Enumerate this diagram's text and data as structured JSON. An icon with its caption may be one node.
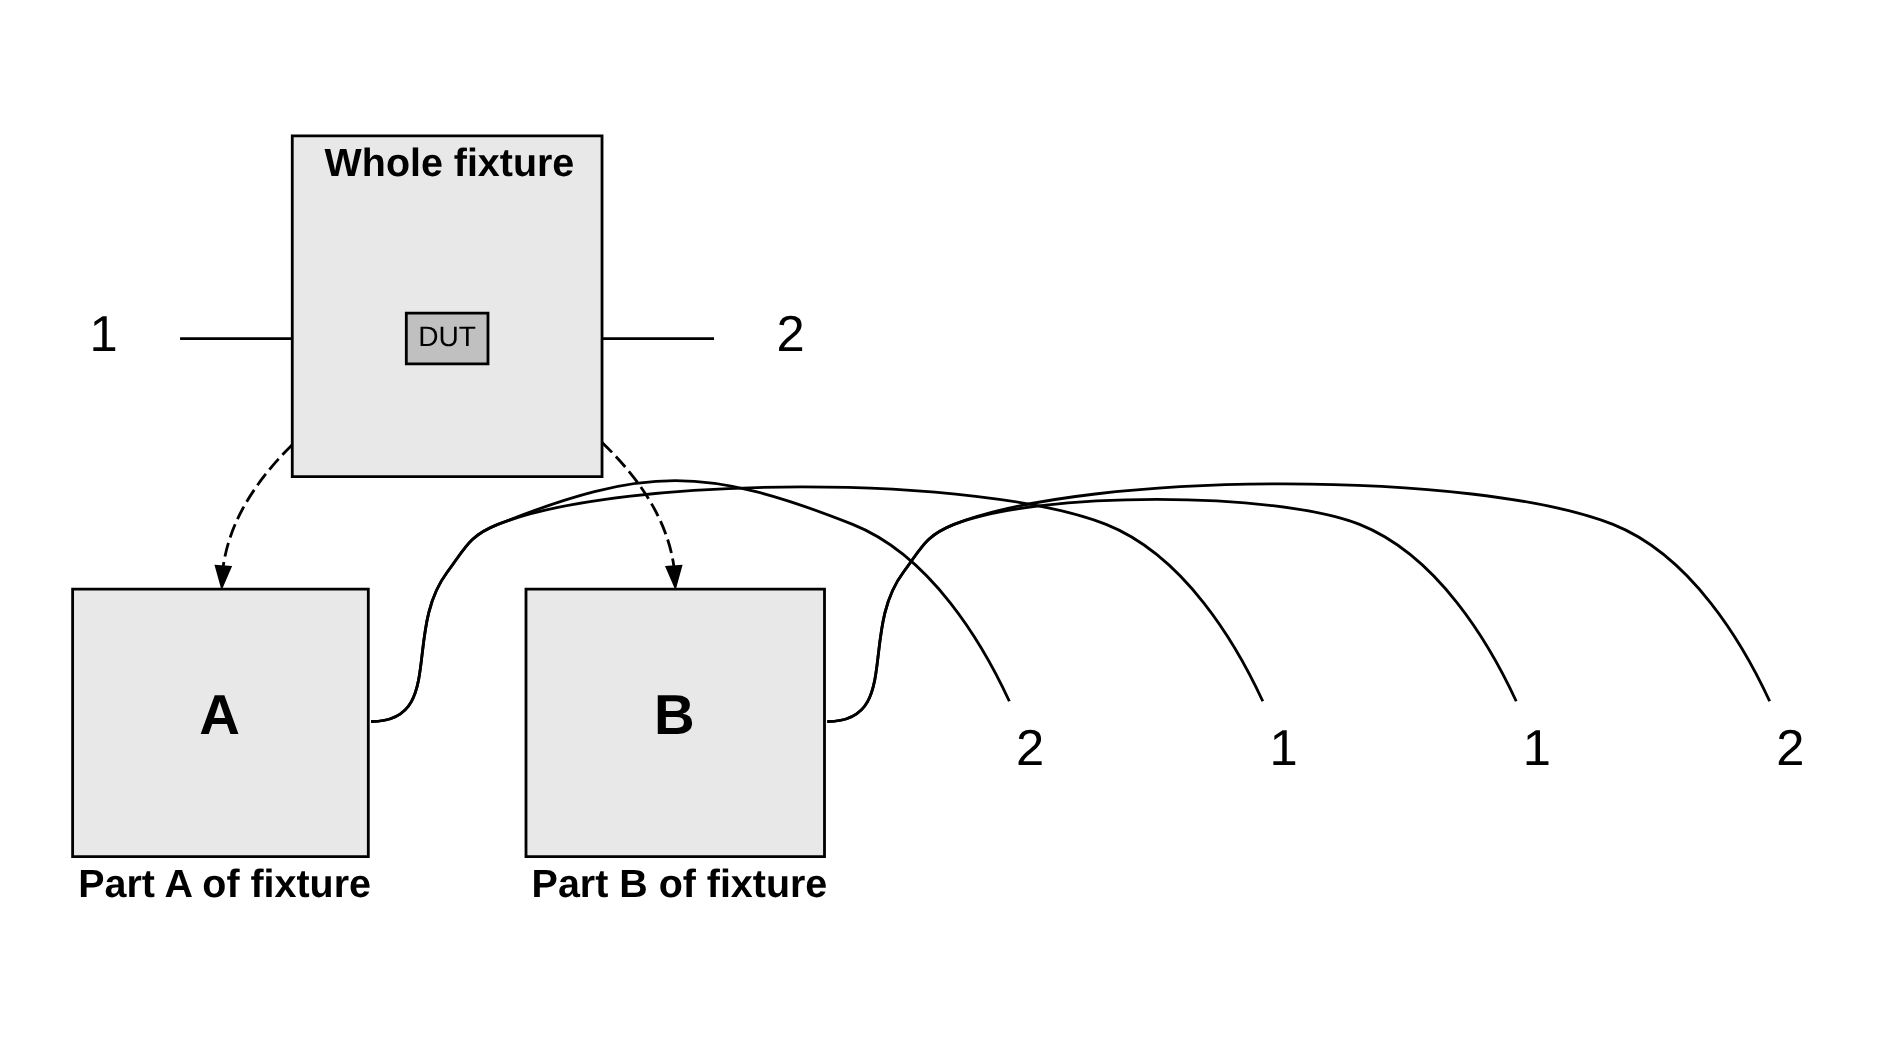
{
  "diagram": {
    "nodes": [
      {
        "text": [
          "Whole fixture"
        ]
      },
      {
        "text": [
          "DUT"
        ],
        "in": 0
      },
      {
        "text": [
          "1"
        ]
      },
      {
        "text": [
          "2"
        ]
      },
      {
        "text": [
          "A"
        ],
        "beside": [
          "Part A of fixture"
        ]
      },
      {
        "text": [
          "1"
        ]
      },
      {
        "text": [
          "2"
        ]
      },
      {
        "text": [
          "B"
        ],
        "beside": [
          "Part B of fixture"
        ]
      },
      {
        "text": [
          "2"
        ]
      },
      {
        "text": [
          "1"
        ]
      }
    ],
    "edges": [
      {
        "from": 2,
        "to": 0,
        "arrow": "none"
      },
      {
        "from": 0,
        "to": 3,
        "arrow": "none"
      },
      {
        "from": 0,
        "to": 4,
        "arrow": "to",
        "style": "dashed"
      },
      {
        "from": 0,
        "to": 7,
        "arrow": "to",
        "style": "dashed"
      },
      {
        "from": 5,
        "to": 4,
        "arrow": "none"
      },
      {
        "from": 4,
        "to": 6,
        "arrow": "none"
      },
      {
        "from": 8,
        "to": 7,
        "arrow": "none"
      },
      {
        "from": 7,
        "to": 9,
        "arrow": "none"
      }
    ]
  }
}
